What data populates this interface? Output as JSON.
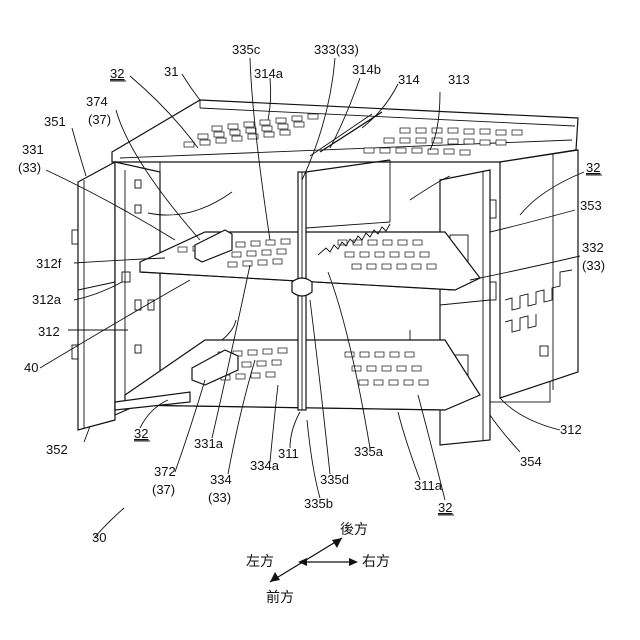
{
  "figure": {
    "ref_30": "30",
    "labels": [
      {
        "id": "l31",
        "text": "31"
      },
      {
        "id": "l32a",
        "text": "32",
        "underline": true
      },
      {
        "id": "l314a",
        "text": "314a"
      },
      {
        "id": "l335c",
        "text": "335c"
      },
      {
        "id": "l333",
        "text": "333(33)"
      },
      {
        "id": "l314b",
        "text": "314b"
      },
      {
        "id": "l314",
        "text": "314"
      },
      {
        "id": "l313",
        "text": "313"
      },
      {
        "id": "l374",
        "text": "374"
      },
      {
        "id": "l37a",
        "text": "(37)"
      },
      {
        "id": "l351",
        "text": "351"
      },
      {
        "id": "l331",
        "text": "331"
      },
      {
        "id": "l33a",
        "text": "(33)"
      },
      {
        "id": "l32b",
        "text": "32",
        "underline": true
      },
      {
        "id": "l353",
        "text": "353"
      },
      {
        "id": "l312f",
        "text": "312f"
      },
      {
        "id": "l332",
        "text": "332"
      },
      {
        "id": "l33b",
        "text": "(33)"
      },
      {
        "id": "l312a",
        "text": "312a"
      },
      {
        "id": "l312L",
        "text": "312"
      },
      {
        "id": "l40",
        "text": "40"
      },
      {
        "id": "l312R",
        "text": "312"
      },
      {
        "id": "l352",
        "text": "352"
      },
      {
        "id": "l32c",
        "text": "32",
        "underline": true
      },
      {
        "id": "l331a",
        "text": "331a"
      },
      {
        "id": "l311",
        "text": "311"
      },
      {
        "id": "l335a",
        "text": "335a"
      },
      {
        "id": "l354",
        "text": "354"
      },
      {
        "id": "l334a",
        "text": "334a"
      },
      {
        "id": "l372",
        "text": "372"
      },
      {
        "id": "l37b",
        "text": "(37)"
      },
      {
        "id": "l334",
        "text": "334"
      },
      {
        "id": "l33c",
        "text": "(33)"
      },
      {
        "id": "l335d",
        "text": "335d"
      },
      {
        "id": "l311a",
        "text": "311a"
      },
      {
        "id": "l335b",
        "text": "335b"
      },
      {
        "id": "l32d",
        "text": "32",
        "underline": true
      }
    ]
  },
  "directions": {
    "back": "後方",
    "left": "左方",
    "right": "右方",
    "front": "前方"
  }
}
